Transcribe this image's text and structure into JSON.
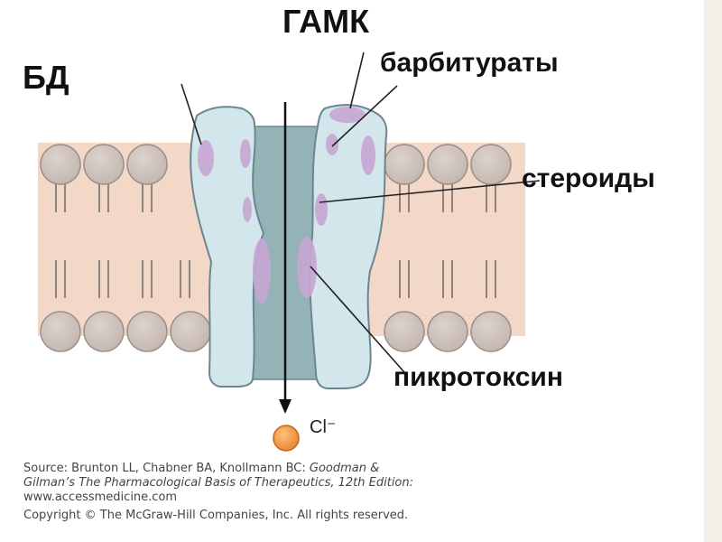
{
  "labels": {
    "gaba": "ГАМК",
    "bd": "БД",
    "barbiturates": "барбитураты",
    "steroids": "стероиды",
    "picrotoxin": "пикротоксин",
    "ion": "Cl⁻"
  },
  "source": {
    "prefix": "Source: Brunton LL, Chabner BA, Knollmann BC: ",
    "title_part1": "Goodman &",
    "title_part2": "Gilman’s The Pharmacological Basis of Therapeutics, 12th Edition:",
    "url": "www.accessmedicine.com",
    "copyright": "Copyright © The McGraw-Hill Companies, Inc. All rights reserved."
  },
  "colors": {
    "membrane_fill": "#f3d8c8",
    "lipid_head": "#cfc3bb",
    "lipid_head_stroke": "#9c908a",
    "channel_fill": "#d2e6ec",
    "channel_stroke": "#6c8690",
    "pore_fill": "#93b3b6",
    "binding_site": "#c8a6d4",
    "chloride_ion": "#f39a3b"
  }
}
